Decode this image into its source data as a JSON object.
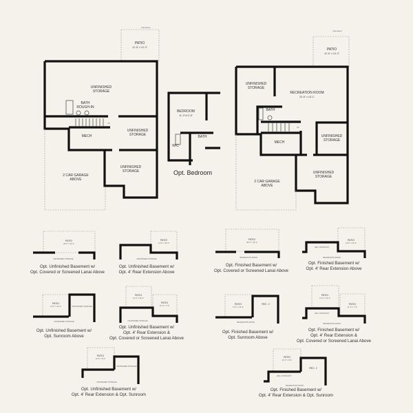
{
  "main_unfinished": {
    "patio": "PATIO",
    "patio_dim": "12'-6\" x 10'-3\"",
    "patio_note": "Sink Above",
    "storage_main": [
      "UNFINISHED",
      "STORAGE"
    ],
    "bath": [
      "BATH",
      "ROUGH-IN"
    ],
    "mech": "MECH",
    "storage_mid": [
      "UNFINISHED",
      "STORAGE"
    ],
    "storage_low": [
      "UNFINISHED",
      "STORAGE"
    ],
    "garage": [
      "2 CAR GARAGE",
      "ABOVE"
    ],
    "up": "UP"
  },
  "opt_bedroom": {
    "bedroom": "BEDROOM",
    "bedroom_dim": "11'-0\"x12'-8\"",
    "wic": "WIC",
    "bath": "BATH",
    "title": "Opt. Bedroom"
  },
  "main_finished": {
    "patio": "PATIO",
    "patio_dim": "12'-6\" x 10'-3\"",
    "patio_note": "Cafe Above",
    "storage_left": [
      "UNFINISHED",
      "STORAGE"
    ],
    "rec": "RECREATION ROOM",
    "rec_dim": "23'-6\" x 18'-1\"",
    "bath": "BATH",
    "mech": "MECH",
    "storage_right": [
      "UNFINISHED",
      "STORAGE"
    ],
    "storage_low": [
      "UNFINISHED",
      "STORAGE"
    ],
    "garage": [
      "2 CAR GARAGE",
      "ABOVE"
    ],
    "up": "UP"
  },
  "options": [
    {
      "caption": [
        "Opt. Unfinished Basement w/",
        "Opt. Covered or Screened Lanai Above"
      ],
      "patio": "PATIO",
      "patio_dim": "28'-0\" x 10'-3\"",
      "room": "UNFINISHED STORAGE"
    },
    {
      "caption": [
        "Opt. Unfinished Basement w/",
        "Opt. 4' Rear Extension Above"
      ],
      "patio": "PATIO",
      "patio_dim": "12'-6\" x 10'-3\"",
      "room": "UNFINISHED STORAGE"
    },
    {
      "caption": [
        "Opt. Unfinished Basement w/",
        "Opt. Sunroom Above"
      ],
      "patio": "PATIO",
      "patio_dim": "12'-6\" x 10'-3\"",
      "room": "UNFINISHED STORAGE",
      "extra": "UNFINISHED STORAGE"
    },
    {
      "caption": [
        "Opt. Unfinished Basement w/",
        "Opt. 4' Rear Extension &",
        "Opt. Covered or Screened Lanai Above"
      ],
      "patio": "PATIO",
      "patio_dim": "12'-6\" x 10'-3\"",
      "patio2": "PATIO",
      "patio2_dim": "11'-0\" x 7'-6\"",
      "room": "UNFINISHED STORAGE"
    },
    {
      "caption": [
        "Opt. Unfinished Basement w/",
        "Opt. 4' Rear Extension & Opt. Sunroom"
      ],
      "patio": "PATIO",
      "patio_dim": "12'-6\" x 8'-3\"",
      "room": "UNFINISHED STORAGE",
      "extra": "UNFINISHED STORAGE"
    },
    {
      "caption": [
        "Opt. Finished Basement w/",
        "Opt. Covered or Screened Lanai Above"
      ],
      "patio": "PATIO",
      "patio_dim": "28'-0\" x 10'-3\"",
      "room": "RECREATION ROOM"
    },
    {
      "caption": [
        "Opt. Finished Basement w/",
        "Opt. 4' Rear Extension Above"
      ],
      "patio": "PATIO",
      "patio_dim": "12'-6\" x 10'-3\"",
      "room": "RECREATION ROOM",
      "ext": "REC. ROOM EXT."
    },
    {
      "caption": [
        "Opt. Finished Basement w/",
        "Opt. Sunroom Above"
      ],
      "patio": "PATIO",
      "patio_dim": "12'-6\" x 10'-3\"",
      "room": "RECREATION ROOM",
      "extra": "REC. 2"
    },
    {
      "caption": [
        "Opt. Finished Basement w/",
        "Opt. 4' Rear Extension &",
        "Opt. Covered or Screened Lanai Above"
      ],
      "patio": "PATIO",
      "patio_dim": "12'-6\" x 10'-3\"",
      "patio2": "PATIO",
      "patio2_dim": "11'-0\" x 7'-6\"",
      "room": "RECREATION ROOM",
      "ext": "REC. ROOM EXT."
    },
    {
      "caption": [
        "Opt. Finished Basement w/",
        "Opt. 4' Rear Extension & Opt. Sunroom"
      ],
      "patio": "PATIO",
      "patio_dim": "12'-6\" x 8'-3\"",
      "room": "RECREATION ROOM",
      "ext": "REC. ROOM EXT.",
      "extra": "REC. 2"
    }
  ]
}
